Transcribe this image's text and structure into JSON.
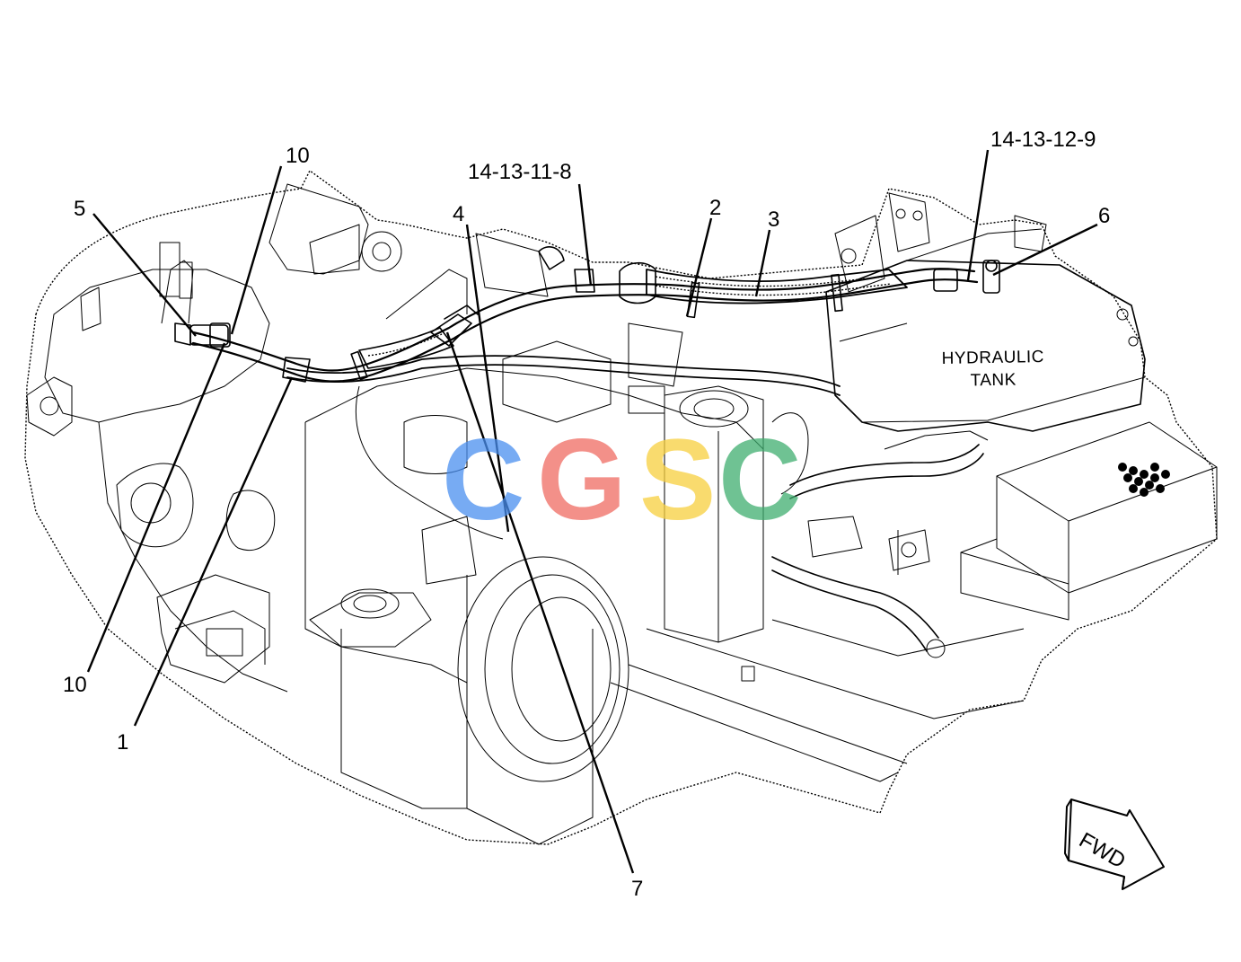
{
  "callouts": {
    "c10_top": "10",
    "c5": "5",
    "c4": "4",
    "c14_13_11_8": "14-13-11-8",
    "c2": "2",
    "c3": "3",
    "c14_13_12_9": "14-13-12-9",
    "c6": "6",
    "c10_bottom": "10",
    "c1": "1",
    "c7": "7"
  },
  "tank_label": {
    "line1": "HYDRAULIC",
    "line2": "TANK"
  },
  "fwd_arrow": {
    "label": "FWD"
  },
  "watermark": {
    "letters": [
      "C",
      "G",
      "S",
      "C"
    ],
    "colors": [
      "#4a8ff0",
      "#ef6b62",
      "#f7cf3e",
      "#3fae6f"
    ]
  }
}
